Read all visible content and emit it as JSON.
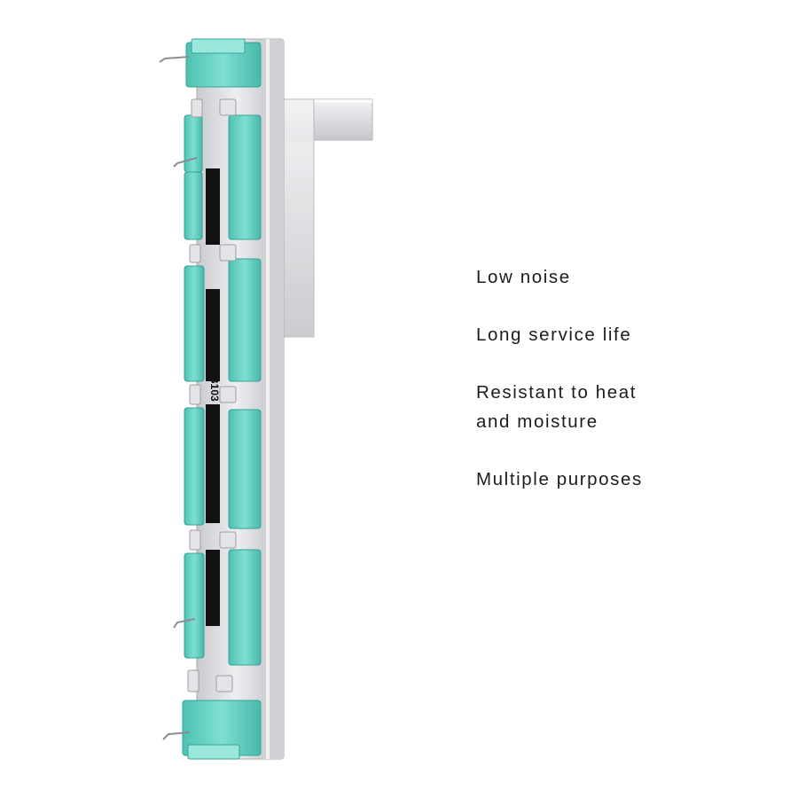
{
  "product": {
    "marking": "B103"
  },
  "features": [
    {
      "label": "Low noise"
    },
    {
      "label": "Long service life"
    },
    {
      "label": "Resistant to heat and moisture"
    },
    {
      "label": "Multiple purposes"
    }
  ],
  "colors": {
    "background": "#ffffff",
    "housing_teal": "#6fd6c7",
    "housing_teal_dark": "#3fb7a8",
    "metal_frame": "#d9dadd",
    "metal_highlight": "#f2f3f5",
    "slot_black": "#111111",
    "text": "#1c1c1c"
  }
}
